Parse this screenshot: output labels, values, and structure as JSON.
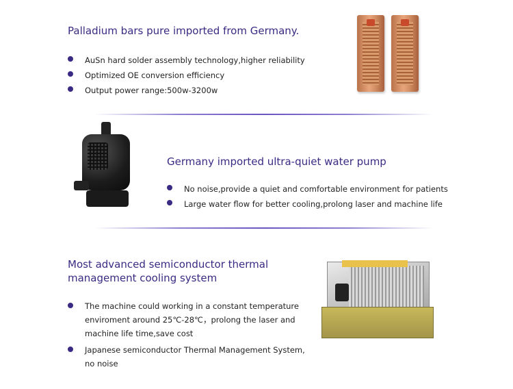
{
  "section1": {
    "title": "Palladium bars pure imported from Germany.",
    "bullets": [
      "AuSn hard solder assembly technology,higher reliability",
      "Optimized OE conversion efficiency",
      "Output power range:500w-3200w"
    ]
  },
  "section2": {
    "title": "Germany imported ultra-quiet water pump",
    "bullets": [
      "No noise,provide a quiet and comfortable environment for patients",
      "Large water flow for better cooling,prolong laser and machine life"
    ]
  },
  "section3": {
    "title_line1": "Most advanced semiconductor thermal",
    "title_line2": "management cooling system",
    "bullets": [
      "The machine could working in a constant temperature enviroment around 25℃-28℃，prolong the laser and machine life time,save cost",
      "Japanese semiconductor Thermal Management System, no noise"
    ]
  },
  "colors": {
    "accent": "#3b2a83",
    "text": "#222222",
    "divider": "#6a55c0"
  },
  "images": {
    "laser_bars": "palladium-laser-bars-image",
    "water_pump": "water-pump-image",
    "cooling_module": "semiconductor-cooling-module-image"
  }
}
